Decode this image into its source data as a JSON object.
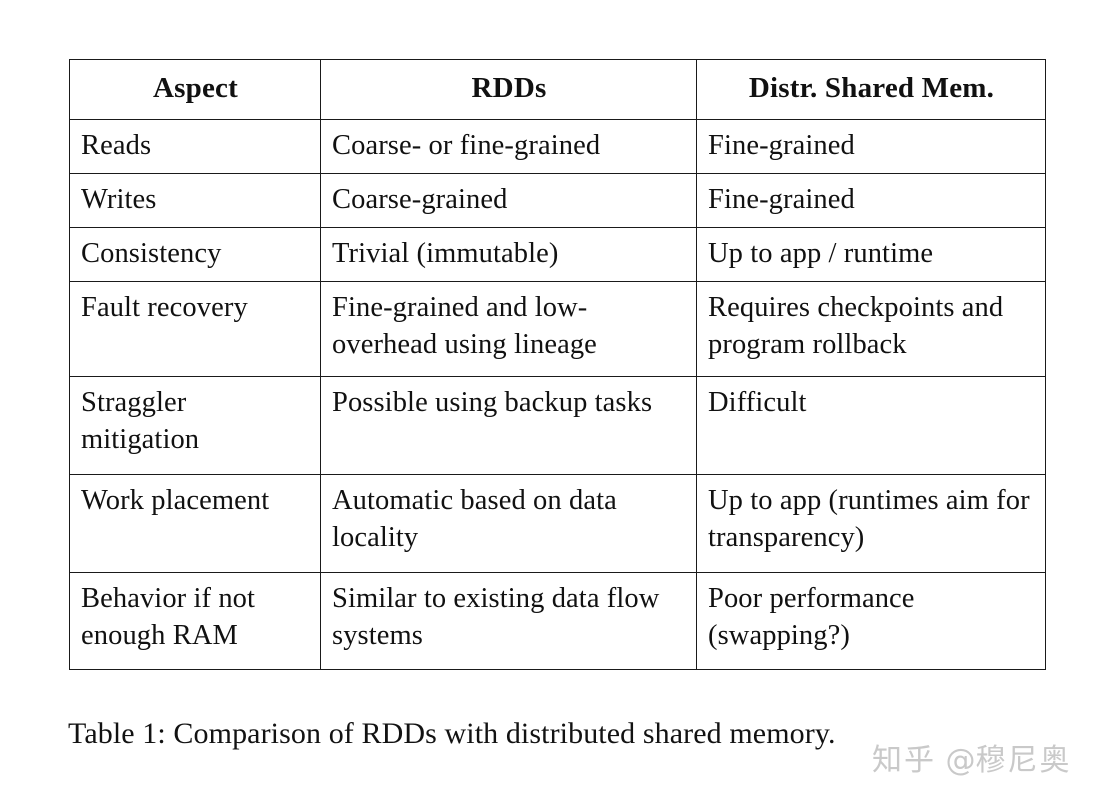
{
  "document": {
    "type": "research-paper-table-figure",
    "background_color": "#ffffff",
    "text_color": "#111111"
  },
  "table": {
    "name": "Comparison of RDDs with distributed shared memory",
    "border_color": "#1a1a1a",
    "columns": [
      "Aspect",
      "RDDs",
      "Distr. Shared Mem."
    ],
    "rows": [
      {
        "aspect": "Reads",
        "rdds": "Coarse- or fine-grained",
        "dsm": "Fine-grained"
      },
      {
        "aspect": "Writes",
        "rdds": "Coarse-grained",
        "dsm": "Fine-grained"
      },
      {
        "aspect": "Consistency",
        "rdds": "Trivial (immutable)",
        "dsm": "Up to app / runtime"
      },
      {
        "aspect": "Fault recovery",
        "rdds": "Fine-grained and low-overhead using lineage",
        "dsm": "Requires checkpoints and program rollback"
      },
      {
        "aspect": "Straggler mitigation",
        "rdds": "Possible using backup tasks",
        "dsm": "Difficult"
      },
      {
        "aspect": "Work placement",
        "rdds": "Automatic based on data locality",
        "dsm": "Up to app (runtimes aim for transparency)"
      },
      {
        "aspect": "Behavior if not enough RAM",
        "rdds": "Similar to existing data flow systems",
        "dsm": "Poor performance (swapping?)"
      }
    ]
  },
  "caption": {
    "text": "Table 1: Comparison of RDDs with distributed shared memory."
  },
  "watermark": {
    "site": "知乎",
    "at": " @",
    "user": "穆尼奥",
    "color": "#c9c9c9"
  }
}
